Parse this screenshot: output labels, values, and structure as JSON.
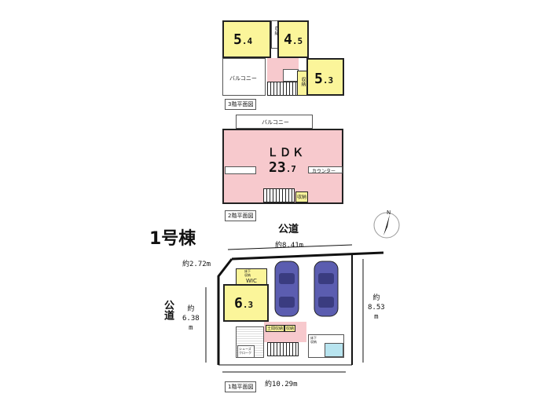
{
  "floor3": {
    "rooms": [
      {
        "main": "5",
        "sub": ".4"
      },
      {
        "main": "4",
        "sub": ".5"
      },
      {
        "main": "5",
        "sub": ".3"
      }
    ],
    "storage_label_1": "収納",
    "storage_label_2": "収納",
    "balcony": "バルコニー",
    "caption": "3階平面図"
  },
  "floor2": {
    "balcony": "バルコニー",
    "ldk": "ＬＤＫ",
    "area_main": "23",
    "area_sub": ".7",
    "counter": "カウンター",
    "storage": "収納",
    "caption": "2階平面図"
  },
  "floor1": {
    "title": "1号棟",
    "road_top": "公道",
    "road_left": "公道",
    "dim_top": "約8.41m",
    "dim_topleft": "約2.72m",
    "dim_left": "約\n6.38\nm",
    "dim_right": "約\n8.53\nm",
    "dim_bottom": "約10.29m",
    "wic_small": "床下\n収納",
    "wic": "WIC",
    "room_main": "6",
    "room_sub": ".3",
    "storage_a": "土間収納",
    "storage_b": "収納",
    "shoes_label": "シューズ\nクローク",
    "underfloor": "床下\n収納",
    "caption": "1階平面図",
    "north": "N"
  }
}
